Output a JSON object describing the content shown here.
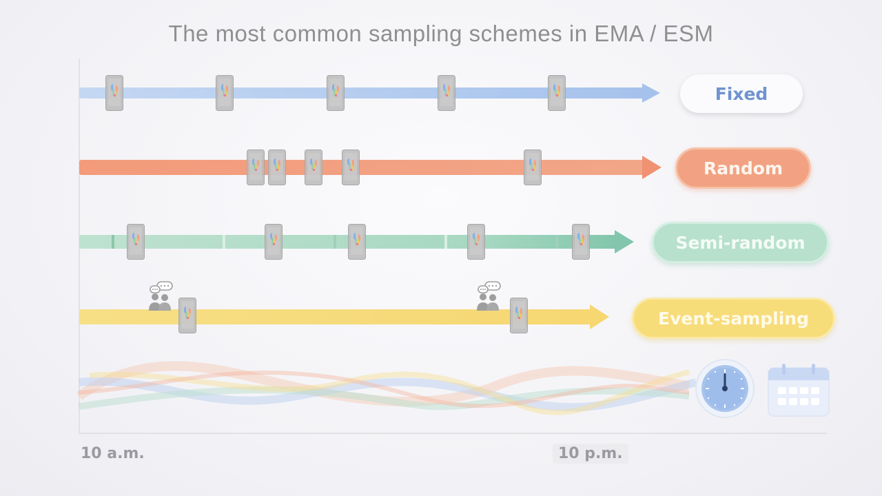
{
  "title": "The most common sampling schemes in EMA / ESM",
  "axis": {
    "start_label": "10 a.m.",
    "end_label": "10 p.m."
  },
  "schemes": [
    {
      "id": "fixed",
      "label": "Fixed",
      "color": "#a9c4ec",
      "arrow_color": "#a9c4ec",
      "phone_count": 5,
      "icons": []
    },
    {
      "id": "random",
      "label": "Random",
      "color": "#f3a384",
      "arrow_color": "#f09272",
      "phone_count": 5,
      "icons": []
    },
    {
      "id": "semi-random",
      "label": "Semi-random",
      "color": "#a9d8c2",
      "arrow_color": "#82c6ad",
      "phone_count": 5,
      "icons": []
    },
    {
      "id": "event-sampling",
      "label": "Event-sampling",
      "color": "#f6d772",
      "arrow_color": "#f6d772",
      "phone_count": 2,
      "icons": [
        "people-chat-icon",
        "people-chat-icon"
      ]
    }
  ],
  "phone_icon": "smartphone-icon",
  "decorations": [
    "wave-lines",
    "clock-icon",
    "calendar-icon"
  ]
}
